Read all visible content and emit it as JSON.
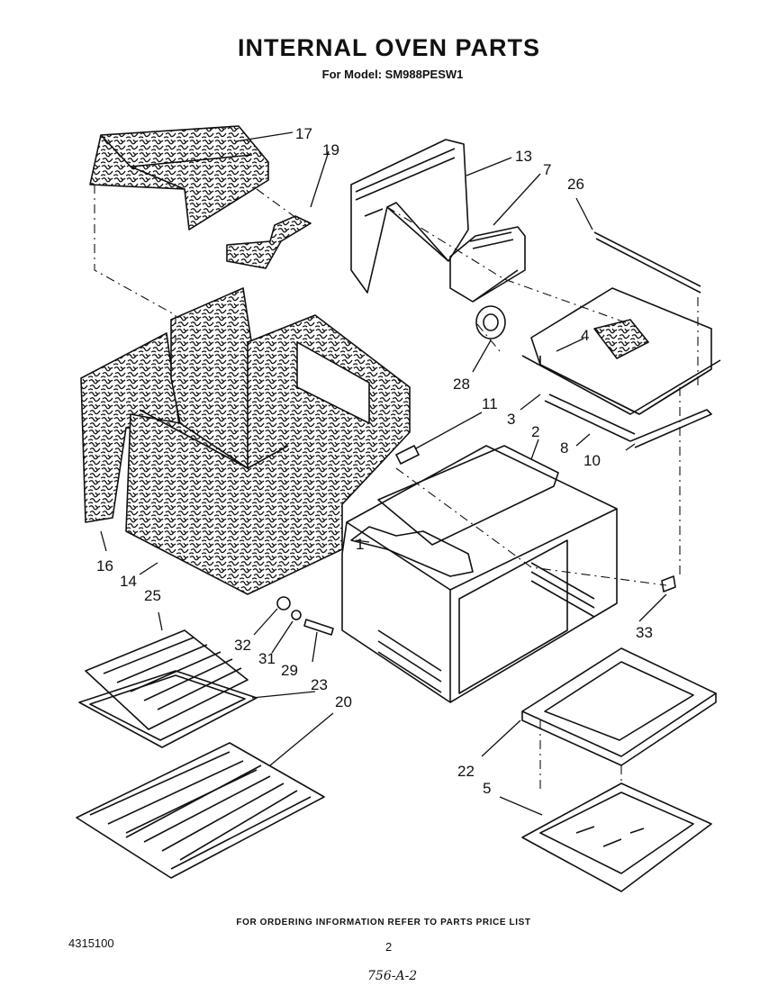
{
  "header": {
    "title": "INTERNAL OVEN PARTS",
    "subtitle": "For Model: SM988PESW1"
  },
  "callouts": {
    "c17": "17",
    "c19": "19",
    "c13": "13",
    "c7": "7",
    "c26": "26",
    "c4": "4",
    "c28": "28",
    "c3": "3",
    "c11": "11",
    "c2": "2",
    "c8": "8",
    "c10": "10",
    "c1": "1",
    "c16": "16",
    "c14": "14",
    "c25": "25",
    "c32": "32",
    "c31": "31",
    "c29": "29",
    "c33": "33",
    "c23": "23",
    "c20": "20",
    "c22": "22",
    "c5": "5"
  },
  "footer": {
    "ordering_note": "FOR ORDERING INFORMATION REFER TO PARTS PRICE LIST",
    "document_number": "4315100",
    "page_number": "2",
    "handwritten_note": "756-A-2"
  },
  "colors": {
    "ink": "#111111",
    "paper": "#ffffff"
  }
}
